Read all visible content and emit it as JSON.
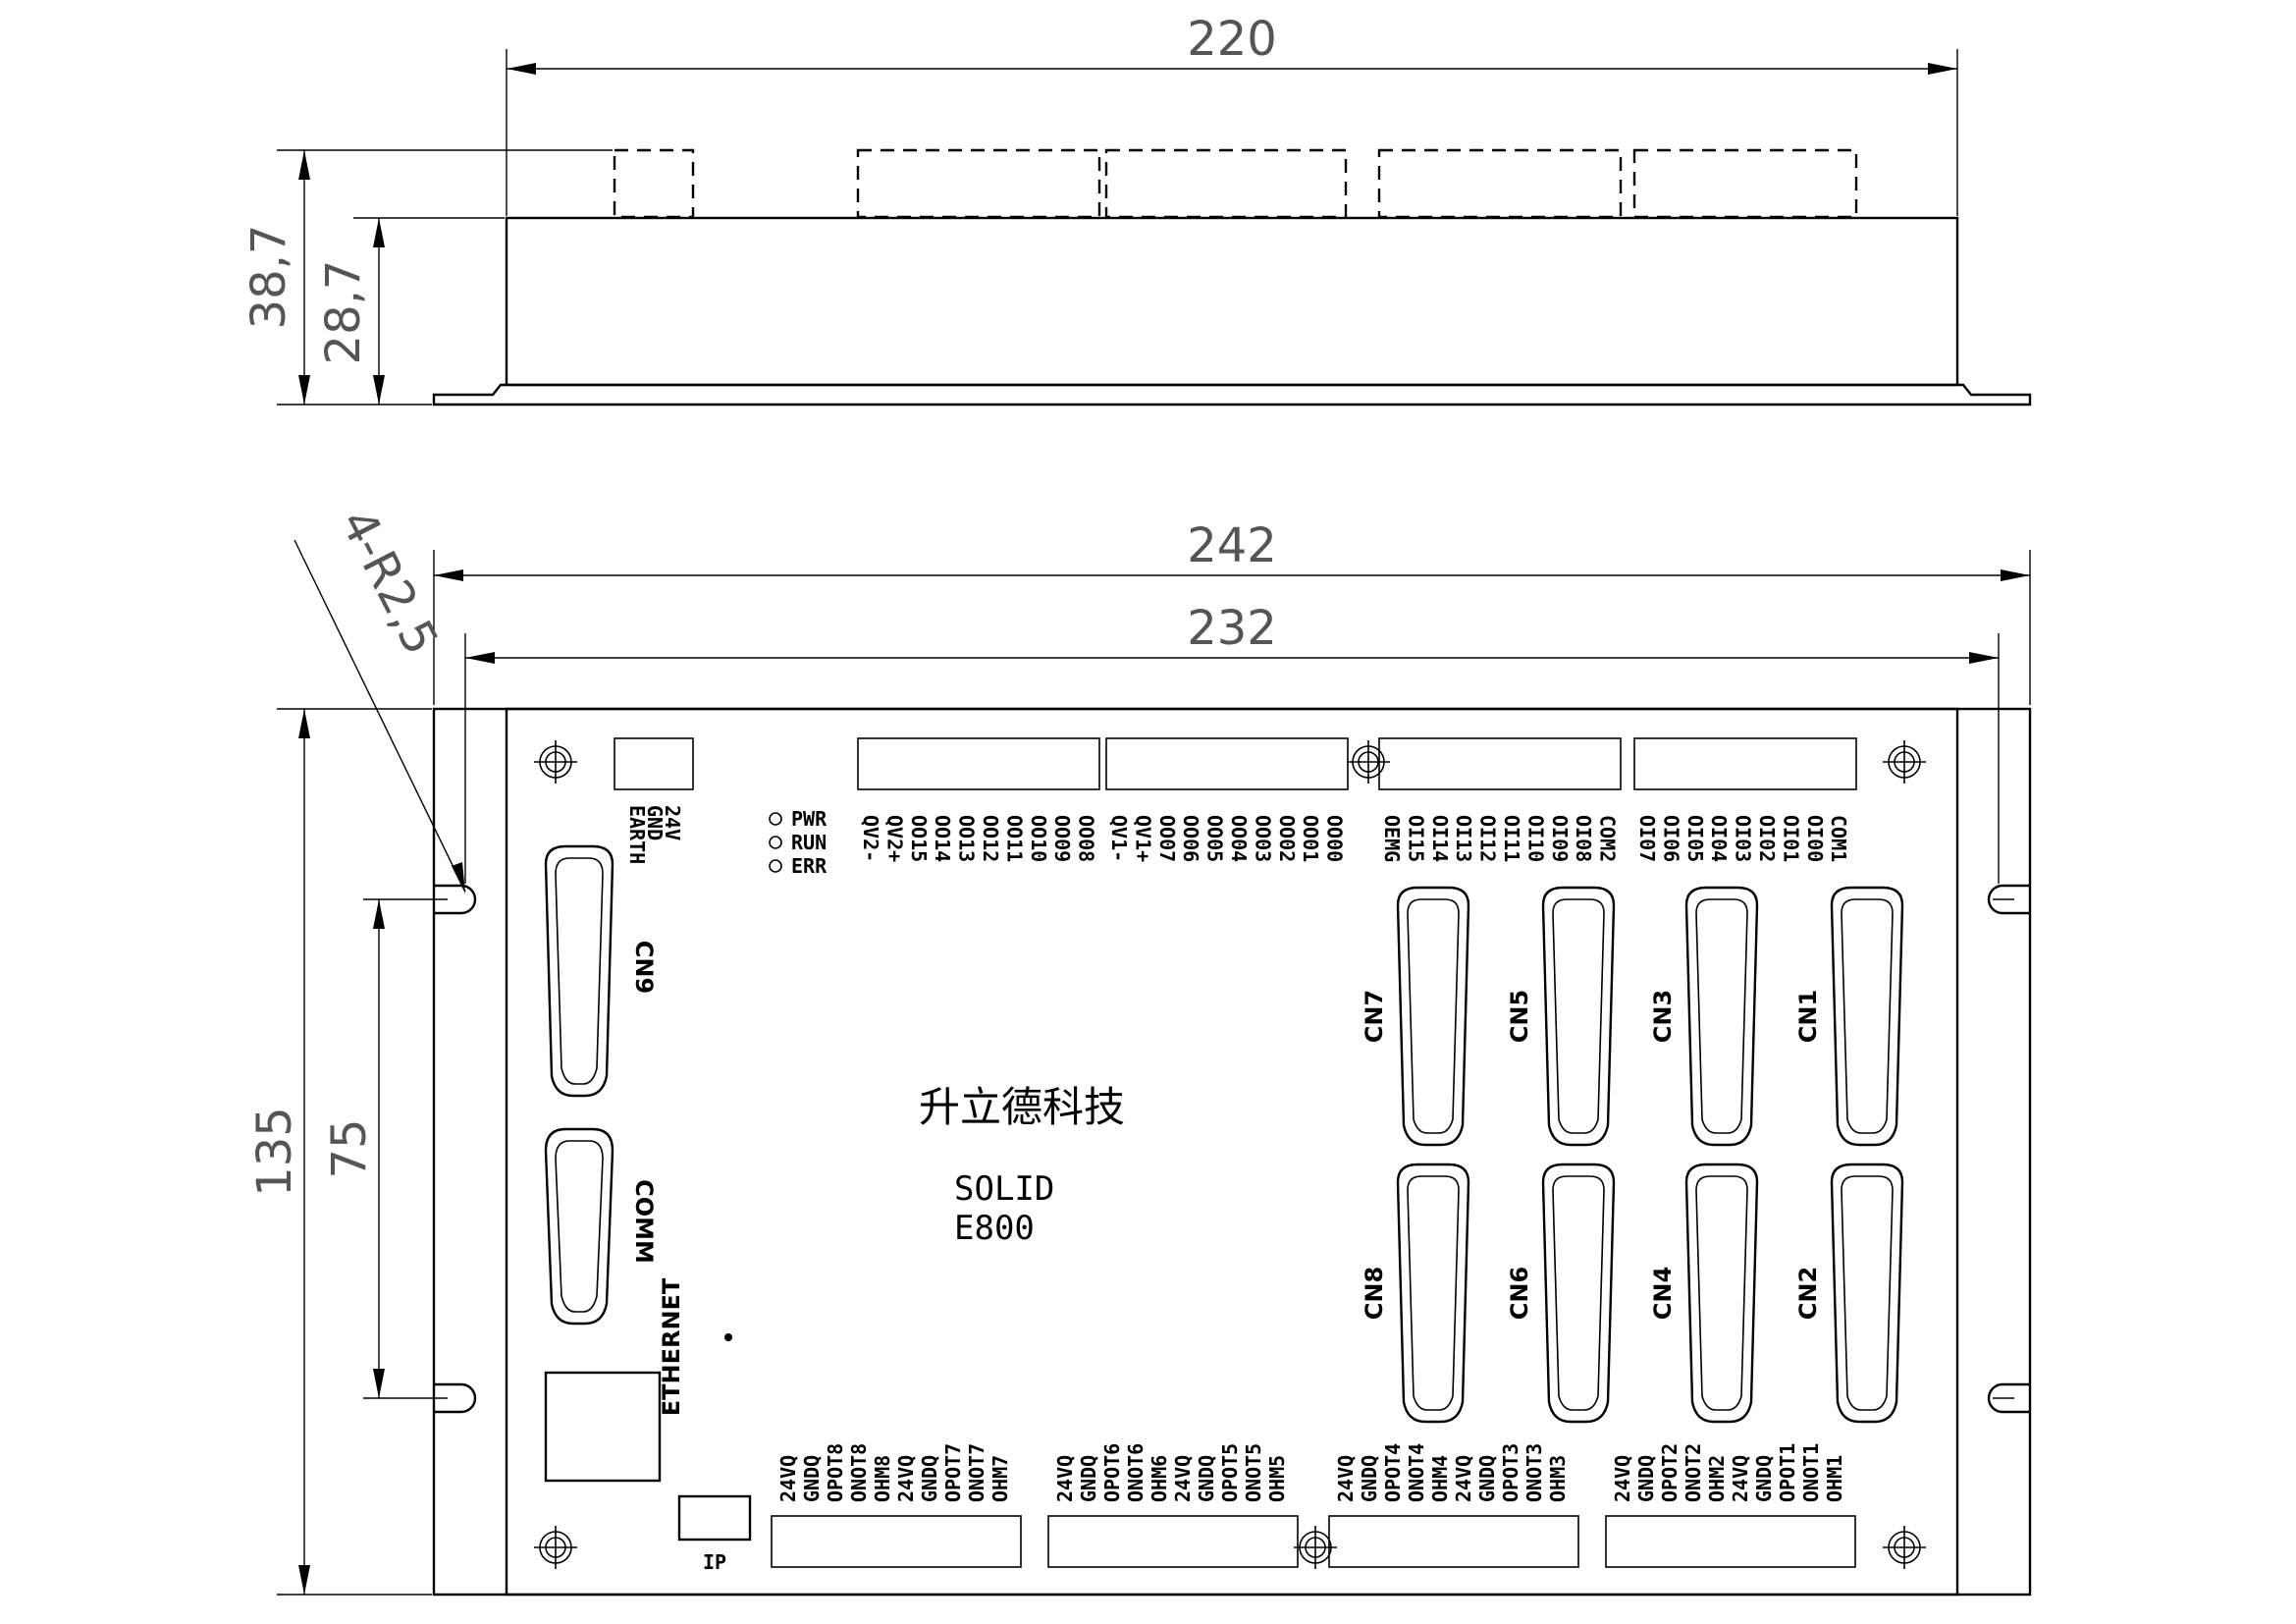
{
  "dimensions": {
    "top_width": "220",
    "height_total": "38,7",
    "height_body": "28,7",
    "corner_radius": "4-R2,5",
    "outer_width": "242",
    "hole_span": "232",
    "board_height": "135",
    "hole_pitch": "75"
  },
  "power": [
    "24V",
    "GND",
    "EARTH"
  ],
  "leds": [
    "PWR",
    "RUN",
    "ERR"
  ],
  "out_block_a": [
    "QV2-",
    "QV2+",
    "OO15",
    "OO14",
    "OO13",
    "OO12",
    "OO11",
    "OO10",
    "OO09",
    "OO08"
  ],
  "out_block_b": [
    "QV1-",
    "QV1+",
    "OO07",
    "OO06",
    "OO05",
    "OO04",
    "OO03",
    "OO02",
    "OO01",
    "OO00"
  ],
  "in_block_a": [
    "OEMG",
    "OI15",
    "OI14",
    "OI13",
    "OI12",
    "OI11",
    "OI10",
    "OI09",
    "OI08",
    "COM2"
  ],
  "in_block_b": [
    "OI07",
    "OI06",
    "OI05",
    "OI04",
    "OI03",
    "OI02",
    "OI01",
    "OI00",
    "COM1"
  ],
  "axis_block_1": [
    "24VQ",
    "GNDQ",
    "OPOT8",
    "ONOT8",
    "OHM8",
    "24VQ",
    "GNDQ",
    "OPOT7",
    "ONOT7",
    "OHM7"
  ],
  "axis_block_2": [
    "24VQ",
    "GNDQ",
    "OPOT6",
    "ONOT6",
    "OHM6",
    "24VQ",
    "GNDQ",
    "OPOT5",
    "ONOT5",
    "OHM5"
  ],
  "axis_block_3": [
    "24VQ",
    "GNDQ",
    "OPOT4",
    "ONOT4",
    "OHM4",
    "24VQ",
    "GNDQ",
    "OPOT3",
    "ONOT3",
    "OHM3"
  ],
  "axis_block_4": [
    "24VQ",
    "GNDQ",
    "OPOT2",
    "ONOT2",
    "OHM2",
    "24VQ",
    "GNDQ",
    "OPOT1",
    "ONOT1",
    "OHM1"
  ],
  "connectors": {
    "cn9": "CN9",
    "comm": "COMM",
    "cn7": "CN7",
    "cn5": "CN5",
    "cn3": "CN3",
    "cn1": "CN1",
    "cn8": "CN8",
    "cn6": "CN6",
    "cn4": "CN4",
    "cn2": "CN2",
    "ethernet": "ETHERNET",
    "ip": "IP"
  },
  "brand": "升立德科技",
  "model_line1": "SOLID",
  "model_line2": "E800"
}
